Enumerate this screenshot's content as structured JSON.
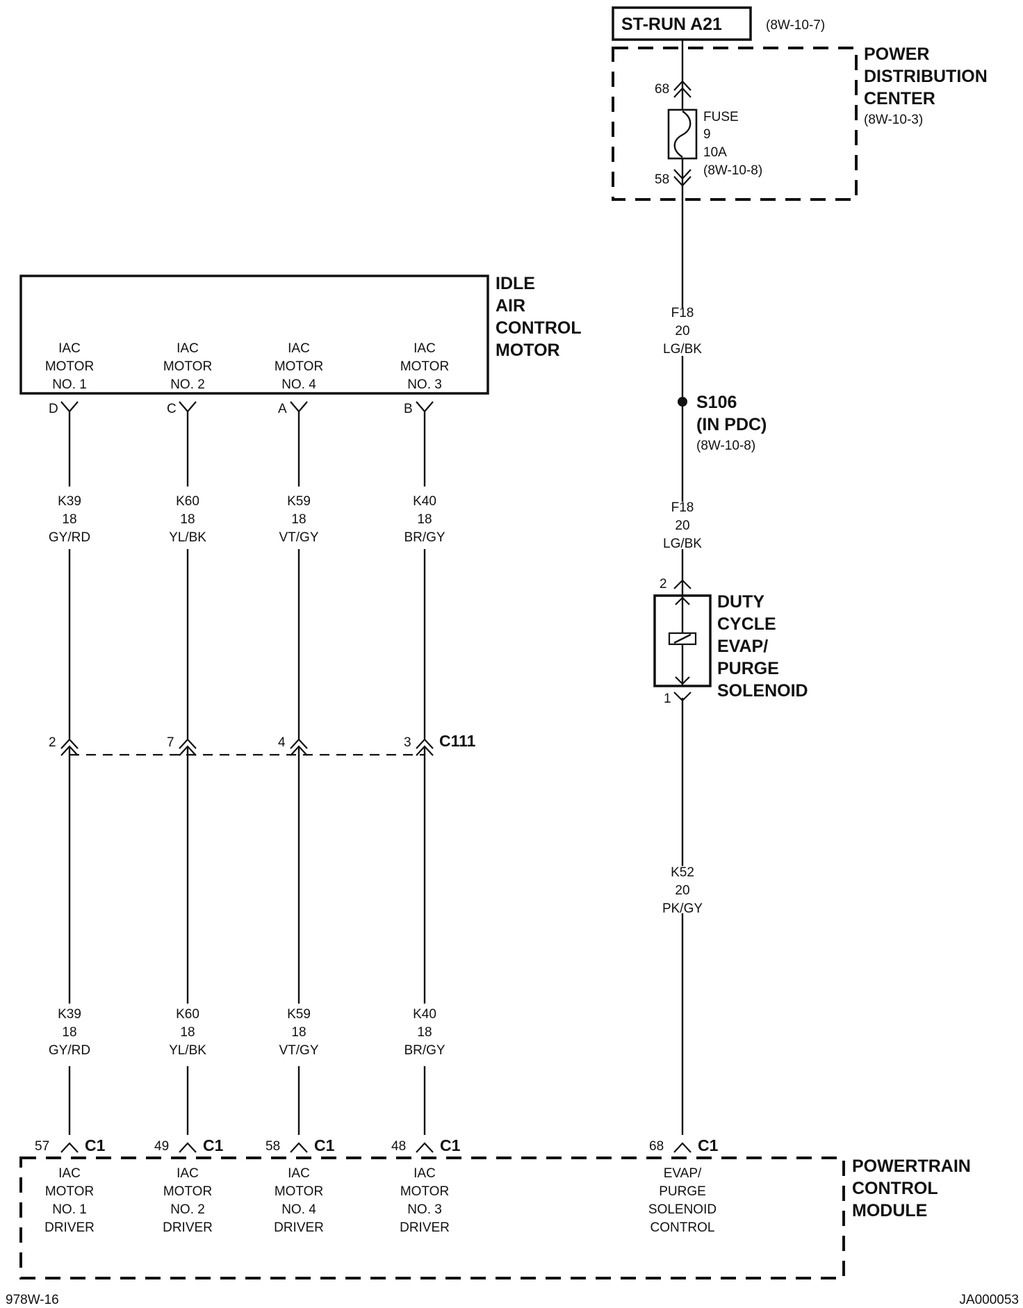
{
  "st_run": {
    "label": "ST-RUN A21",
    "ref": "(8W-10-7)"
  },
  "pdc": {
    "title": [
      "POWER",
      "DISTRIBUTION",
      "CENTER"
    ],
    "ref": "(8W-10-3)",
    "pin_in": "68",
    "pin_out": "58",
    "fuse": {
      "label": "FUSE",
      "number": "9",
      "rating": "10A",
      "ref": "(8W-10-8)"
    }
  },
  "iac": {
    "title": [
      "IDLE",
      "AIR",
      "CONTROL",
      "MOTOR"
    ],
    "terminals": [
      {
        "lines": [
          "IAC",
          "MOTOR",
          "NO. 1"
        ],
        "pin": "D"
      },
      {
        "lines": [
          "IAC",
          "MOTOR",
          "NO. 2"
        ],
        "pin": "C"
      },
      {
        "lines": [
          "IAC",
          "MOTOR",
          "NO. 4"
        ],
        "pin": "A"
      },
      {
        "lines": [
          "IAC",
          "MOTOR",
          "NO. 3"
        ],
        "pin": "B"
      }
    ]
  },
  "wires": [
    {
      "circuit": "K39",
      "gauge": "18",
      "color": "GY/RD"
    },
    {
      "circuit": "K60",
      "gauge": "18",
      "color": "YL/BK"
    },
    {
      "circuit": "K59",
      "gauge": "18",
      "color": "VT/GY"
    },
    {
      "circuit": "K40",
      "gauge": "18",
      "color": "BR/GY"
    }
  ],
  "c111": {
    "name": "C111",
    "pins": [
      "2",
      "7",
      "4",
      "3"
    ]
  },
  "f18_upper": {
    "circuit": "F18",
    "gauge": "20",
    "color": "LG/BK"
  },
  "splice": {
    "name": "S106",
    "location": "(IN PDC)",
    "ref": "(8W-10-8)"
  },
  "f18_lower": {
    "circuit": "F18",
    "gauge": "20",
    "color": "LG/BK"
  },
  "solenoid": {
    "title": [
      "DUTY",
      "CYCLE",
      "EVAP/",
      "PURGE",
      "SOLENOID"
    ],
    "pin_top": "2",
    "pin_bottom": "1"
  },
  "k52": {
    "circuit": "K52",
    "gauge": "20",
    "color": "PK/GY"
  },
  "pcm": {
    "title": [
      "POWERTRAIN",
      "CONTROL",
      "MODULE"
    ],
    "connector": "C1",
    "pins": [
      "57",
      "49",
      "58",
      "48",
      "68"
    ],
    "terminals": [
      [
        "IAC",
        "MOTOR",
        "NO. 1",
        "DRIVER"
      ],
      [
        "IAC",
        "MOTOR",
        "NO. 2",
        "DRIVER"
      ],
      [
        "IAC",
        "MOTOR",
        "NO. 4",
        "DRIVER"
      ],
      [
        "IAC",
        "MOTOR",
        "NO. 3",
        "DRIVER"
      ],
      [
        "EVAP/",
        "PURGE",
        "SOLENOID",
        "CONTROL"
      ]
    ]
  },
  "footer": {
    "left": "978W-16",
    "right": "JA000053"
  }
}
